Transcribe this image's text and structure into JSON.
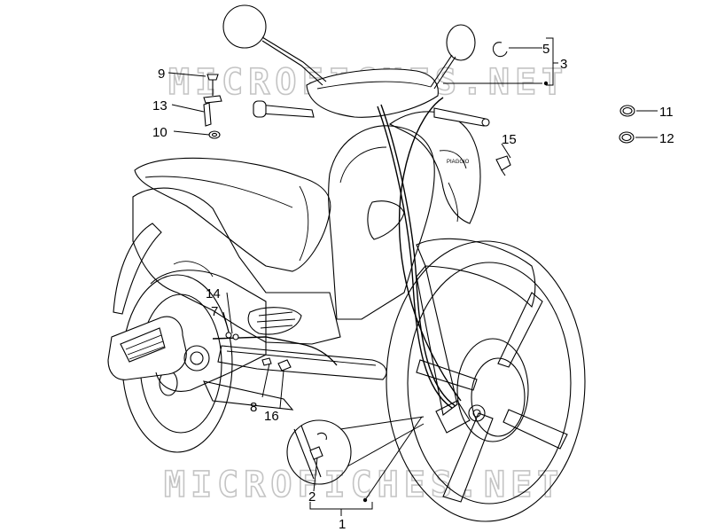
{
  "watermark": {
    "text": "MICROFICHES.NET"
  },
  "labels": {
    "l1": "1",
    "l2": "2",
    "l3": "3",
    "l5": "5",
    "l7": "7",
    "l8": "8",
    "l9": "9",
    "l10": "10",
    "l11": "11",
    "l12": "12",
    "l13": "13",
    "l14": "14",
    "l15": "15",
    "l16": "16"
  },
  "brand_badge": "PIAGGIO",
  "colors": {
    "line": "#000000",
    "watermark_outline": "#c4c4c4",
    "background": "#ffffff"
  }
}
